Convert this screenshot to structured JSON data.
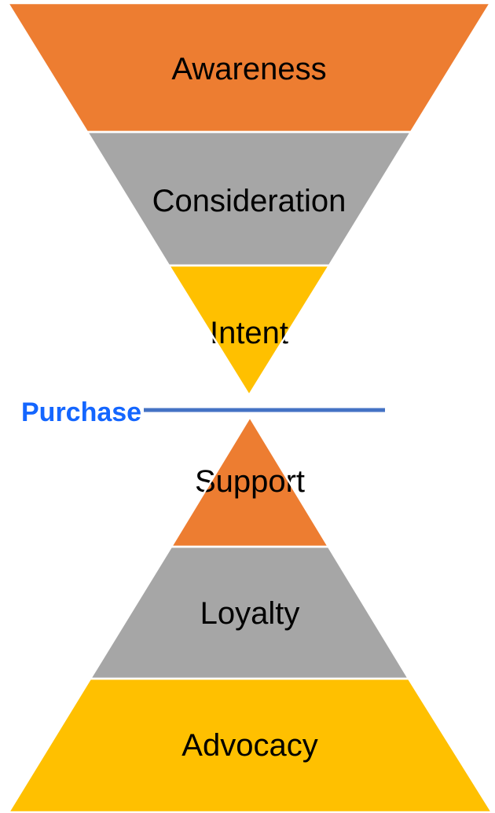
{
  "diagram": {
    "type": "marketing-funnel-hourglass",
    "background": "#ffffff",
    "colors": {
      "awareness": "#ED7D31",
      "consideration": "#A6A6A6",
      "intent": "#FFC000",
      "support": "#ED7D31",
      "loyalty": "#A6A6A6",
      "advocacy": "#FFC000",
      "segment_border": "#FFFFFF",
      "purchase_line": "#4472C4",
      "purchase_text": "#1466FF",
      "stage_text": "#000000"
    },
    "top_funnel": {
      "direction": "inverted-triangle",
      "stages": [
        {
          "label": "Awareness"
        },
        {
          "label": "Consideration"
        },
        {
          "label": "Intent"
        }
      ]
    },
    "divider": {
      "label": "Purchase"
    },
    "bottom_funnel": {
      "direction": "upright-triangle",
      "stages": [
        {
          "label": "Support"
        },
        {
          "label": "Loyalty"
        },
        {
          "label": "Advocacy"
        }
      ]
    }
  }
}
